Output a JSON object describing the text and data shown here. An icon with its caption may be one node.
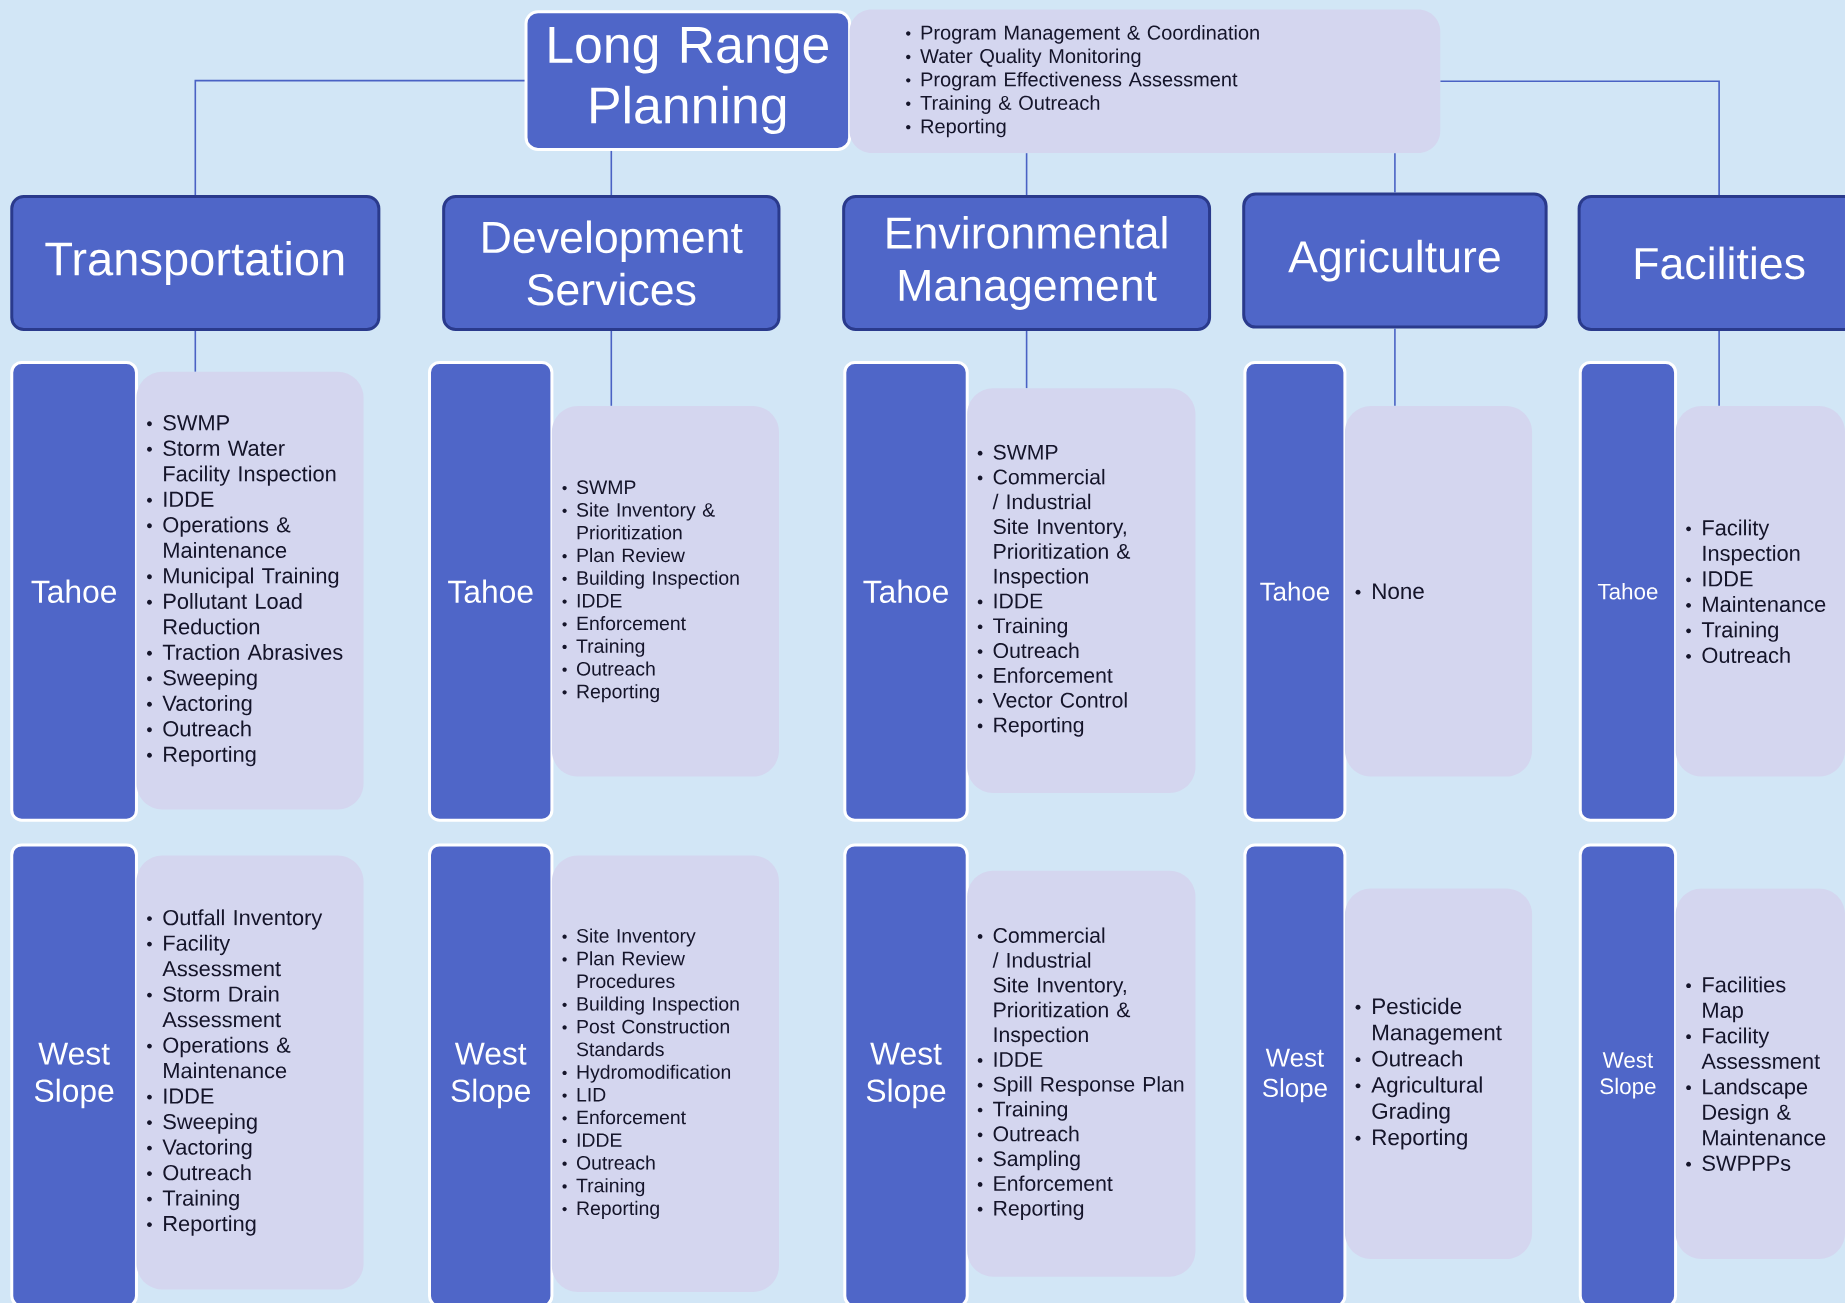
{
  "diagram": {
    "nodes": [
      {
        "text": [
          "Long Range Planning"
        ]
      },
      {
        "text": [
          "Program Management & Coordination",
          "Water Quality Monitoring",
          "Program Effectiveness Assessment",
          "Training & Outreach",
          "Reporting"
        ]
      },
      {
        "text": [
          "Transportation"
        ]
      },
      {
        "text": [
          "Development Services"
        ]
      },
      {
        "text": [
          "Environmental Management"
        ]
      },
      {
        "text": [
          "Agriculture"
        ]
      },
      {
        "text": [
          "Facilities"
        ]
      },
      {
        "text": [
          "Tahoe"
        ]
      },
      {
        "text": [
          "SWMP",
          "Storm Water Facility Inspection",
          "IDDE",
          "Operations & Maintenance",
          "Municipal Training",
          "Pollutant Load Reduction",
          "Traction Abrasives",
          "Sweeping",
          "Vactoring",
          "Outreach",
          "Reporting"
        ]
      },
      {
        "text": [
          "Tahoe"
        ]
      },
      {
        "text": [
          "SWMP",
          "Site Inventory & Prioritization",
          "Plan Review",
          "Building Inspection",
          "IDDE",
          "Enforcement",
          "Training",
          "Outreach",
          "Reporting"
        ]
      },
      {
        "text": [
          "Tahoe"
        ]
      },
      {
        "text": [
          "SWMP",
          "Commercial / Industrial Site Inventory, Prioritization & Inspection",
          "IDDE",
          "Training",
          "Outreach",
          "Enforcement",
          "Vector Control",
          "Reporting"
        ]
      },
      {
        "text": [
          "Tahoe"
        ]
      },
      {
        "text": [
          "None"
        ]
      },
      {
        "text": [
          "Tahoe"
        ]
      },
      {
        "text": [
          "Facility Inspection",
          "IDDE",
          "Maintenance",
          "Training",
          "Outreach"
        ]
      },
      {
        "text": [
          "West Slope"
        ]
      },
      {
        "text": [
          "Outfall Inventory",
          "Facility Assessment",
          "Storm Drain Assessment",
          "Operations & Maintenance",
          "IDDE",
          "Sweeping",
          "Vactoring",
          "Outreach",
          "Training",
          "Reporting"
        ]
      },
      {
        "text": [
          "West Slope"
        ]
      },
      {
        "text": [
          "Site Inventory",
          "Plan Review Procedures",
          "Building Inspection",
          "Post Construction Standards",
          "Hydromodification",
          "LID",
          "Enforcement",
          "IDDE",
          "Outreach",
          "Training",
          "Reporting"
        ]
      },
      {
        "text": [
          "West Slope"
        ]
      },
      {
        "text": [
          "Commercial / Industrial Site Inventory, Prioritization & Inspection",
          "IDDE",
          "Spill Response Plan",
          "Training",
          "Outreach",
          "Sampling",
          "Enforcement",
          "Reporting"
        ]
      },
      {
        "text": [
          "West Slope"
        ]
      },
      {
        "text": [
          "Pesticide Management",
          "Outreach",
          "Agricultural Grading",
          "Reporting"
        ]
      },
      {
        "text": [
          "West Slope"
        ]
      },
      {
        "text": [
          "Facilities Map",
          "Facility Assessment",
          "Landscape Design & Maintenance",
          "SWPPPs"
        ]
      }
    ],
    "edges": [
      {
        "from": 0,
        "to": 2,
        "arrow": "none"
      },
      {
        "from": 1,
        "to": 6,
        "arrow": "none"
      },
      {
        "from": 0,
        "to": 3,
        "arrow": "none"
      },
      {
        "from": 1,
        "to": 4,
        "arrow": "none"
      },
      {
        "from": 1,
        "to": 5,
        "arrow": "none"
      },
      {
        "from": 2,
        "to": 8,
        "arrow": "none"
      },
      {
        "from": 3,
        "to": 10,
        "arrow": "none"
      },
      {
        "from": 4,
        "to": 12,
        "arrow": "none"
      },
      {
        "from": 5,
        "to": 14,
        "arrow": "none"
      },
      {
        "from": 6,
        "to": 16,
        "arrow": "none"
      }
    ]
  }
}
